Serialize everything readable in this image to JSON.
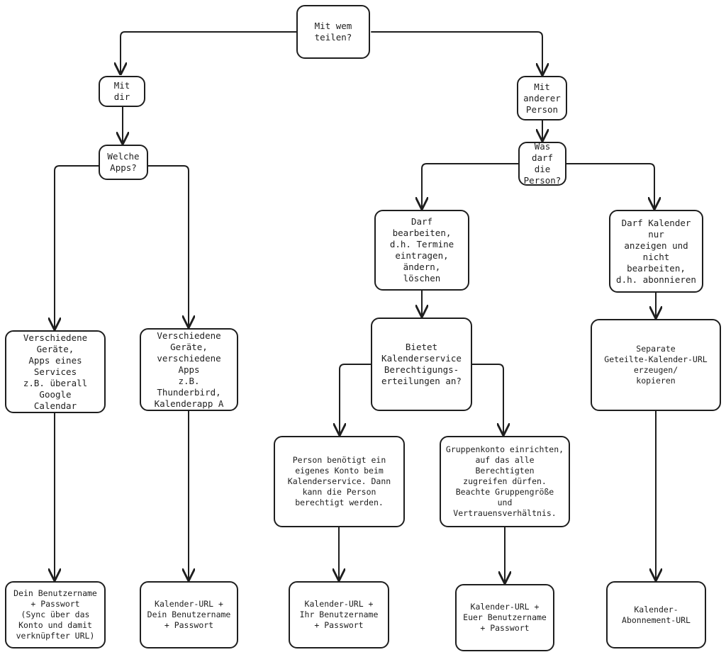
{
  "diagram": {
    "nodes": {
      "n_start": "Mit wem\nteilen?",
      "n_mitdir": "Mit dir",
      "n_other": "Mit\nanderer\nPerson",
      "n_apps": "Welche\nApps?",
      "n_was": "Was\ndarf die\nPerson?",
      "n_edit": "Darf bearbeiten,\nd.h. Termine\neintragen, ändern,\nlöschen",
      "n_view": "Darf Kalender nur\nanzeigen und\nnicht bearbeiten,\nd.h. abonnieren",
      "n_devices1": "Verschiedene\nGeräte,\nApps eines\nServices\nz.B. überall Google\nCalendar",
      "n_devices2": "Verschiedene\nGeräte,\nverschiedene Apps\nz.B. Thunderbird,\nKalenderapp A",
      "n_service": "Bietet\nKalenderservice\nBerechtigungs-\nerteilungen an?",
      "n_separate": "Separate\nGeteilte-Kalender-URL\nerzeugen/\nkopieren",
      "n_person": "Person benötigt ein\neigenes Konto beim\nKalenderservice. Dann\nkann die Person\nberechtigt werden.",
      "n_group": "Gruppenkonto einrichten,\nauf das alle Berechtigten\nzugreifen dürfen.\nBeachte Gruppengröße\nund Vertrauensverhältnis.",
      "n_r1": "Dein Benutzername\n+ Passwort\n(Sync über das\nKonto und damit\nverknüpfter URL)",
      "n_r2": "Kalender-URL +\nDein Benutzername\n+ Passwort",
      "n_r3": "Kalender-URL +\nIhr Benutzername\n+ Passwort",
      "n_r4": "Kalender-URL +\nEuer Benutzername\n+ Passwort",
      "n_r5": "Kalender-\nAbonnement-URL"
    }
  }
}
